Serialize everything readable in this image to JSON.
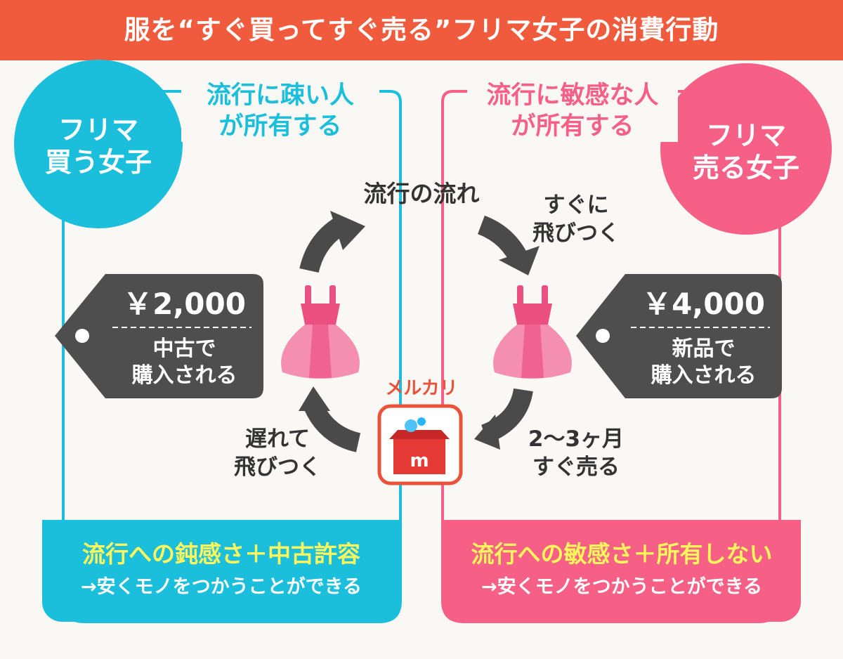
{
  "title": "服を“すぐ買ってすぐ売る”フリマ女子の消費行動",
  "colors": {
    "header": "#ef5b3c",
    "buyer": "#1bbfdc",
    "seller": "#f65f86",
    "tag": "#4e4e4e",
    "arrow": "#4a4a4a",
    "highlight": "#fff65c",
    "mercari": "#e8533a"
  },
  "left": {
    "heading_line1": "流行に疎い人",
    "heading_line2": "が所有する",
    "circle_line1": "フリマ",
    "circle_line2": "買う女子",
    "price": "￥2,000",
    "tag_line1": "中古で",
    "tag_line2": "購入される",
    "arrow_label_line1": "遅れて",
    "arrow_label_line2": "飛びつく",
    "banner_main": "流行への鈍感さ＋中古許容",
    "banner_sub": "→安くモノをつかうことができる"
  },
  "right": {
    "heading_line1": "流行に敏感な人",
    "heading_line2": "が所有する",
    "circle_line1": "フリマ",
    "circle_line2": "売る女子",
    "price": "￥4,000",
    "tag_line1": "新品で",
    "tag_line2": "購入される",
    "top_label_line1": "すぐに",
    "top_label_line2": "飛びつく",
    "bottom_label_line1": "2〜3ヶ月",
    "bottom_label_line2": "すぐ売る",
    "banner_main": "流行への敏感さ＋所有しない",
    "banner_sub": "→安くモノをつかうことができる"
  },
  "center": {
    "flow_label": "流行の流れ",
    "mercari_label": "メルカリ",
    "mercari_icon": "mercari-box-icon",
    "dress_icon": "dress-icon"
  }
}
